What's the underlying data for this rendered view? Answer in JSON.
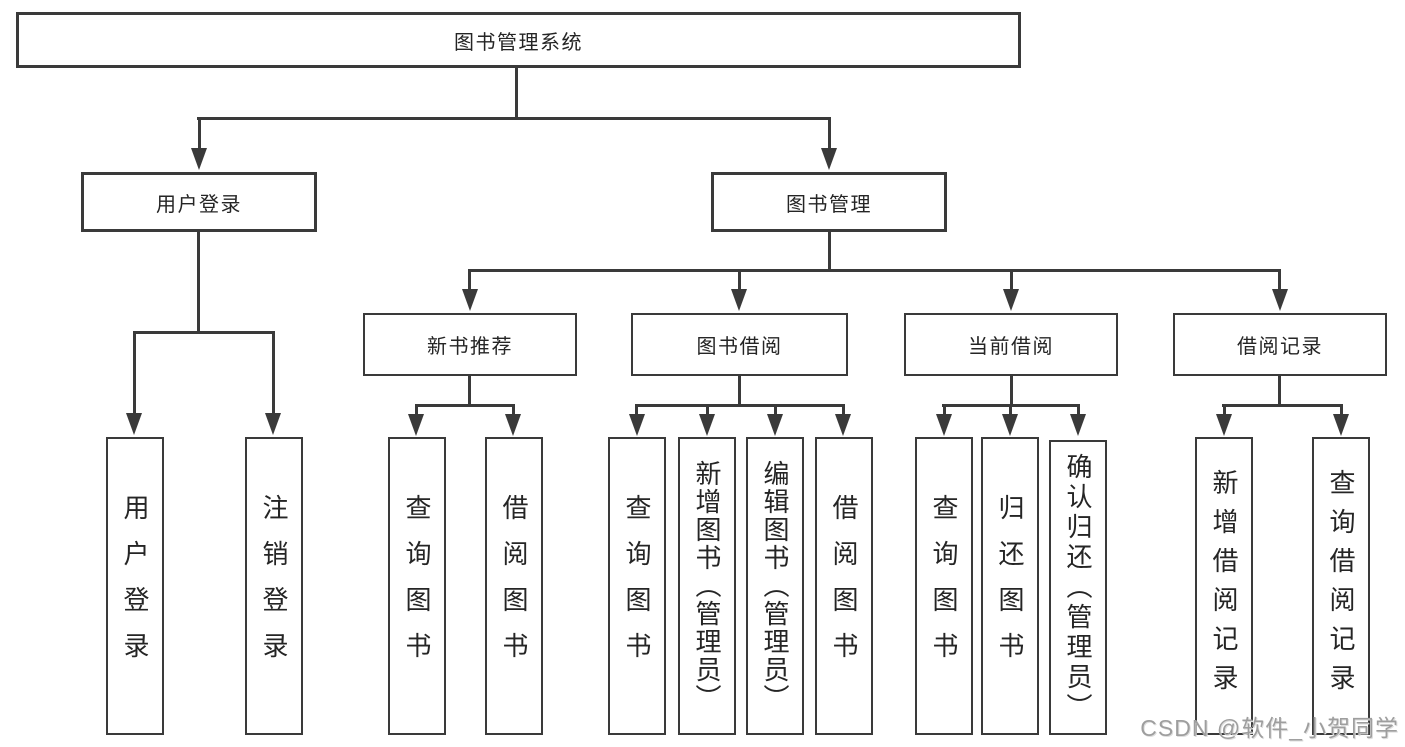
{
  "colors": {
    "background": "#ffffff",
    "line": "#3a3a3a",
    "box_border": "#3a3a3a",
    "text": "#252525",
    "watermark": "#9e9e9e"
  },
  "diagram": {
    "root": {
      "label": "图书管理系统"
    },
    "level2": [
      {
        "label": "用户登录"
      },
      {
        "label": "图书管理"
      }
    ],
    "level3": [
      {
        "label": "新书推荐"
      },
      {
        "label": "图书借阅"
      },
      {
        "label": "当前借阅"
      },
      {
        "label": "借阅记录"
      }
    ],
    "leaves": {
      "user": [
        "用户登录",
        "注销登录"
      ],
      "recommend": [
        "查询图书",
        "借阅图书"
      ],
      "borrow": [
        "查询图书",
        "新增图书（管理员）",
        "编辑图书（管理员）",
        "借阅图书"
      ],
      "current": [
        "查询图书",
        "归还图书",
        "确认归还（管理员）"
      ],
      "records": [
        "新增借阅记录",
        "查询借阅记录"
      ]
    }
  },
  "watermark": {
    "text": "CSDN @软件_小贺同学"
  }
}
